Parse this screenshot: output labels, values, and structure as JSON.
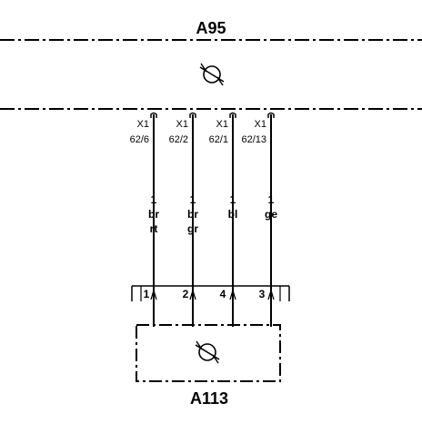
{
  "components": {
    "top": {
      "name": "A95"
    },
    "bottom": {
      "name": "A113"
    }
  },
  "wires": [
    {
      "connector": "X1",
      "pin_ref": "62/6",
      "gauge": "1",
      "color1": "br",
      "color2": "rt",
      "pin": "1"
    },
    {
      "connector": "X1",
      "pin_ref": "62/2",
      "gauge": "1",
      "color1": "br",
      "color2": "gr",
      "pin": "2"
    },
    {
      "connector": "X1",
      "pin_ref": "62/1",
      "gauge": "1",
      "color1": "bl",
      "color2": "",
      "pin": "4"
    },
    {
      "connector": "X1",
      "pin_ref": "62/13",
      "gauge": "1",
      "color1": "ge",
      "color2": "",
      "pin": "3"
    }
  ],
  "icons": {
    "top_symbol": "bulb-symbol-icon",
    "bottom_symbol": "bulb-symbol-icon"
  },
  "colors": {
    "line": "#000000",
    "background": "#ffffff"
  }
}
